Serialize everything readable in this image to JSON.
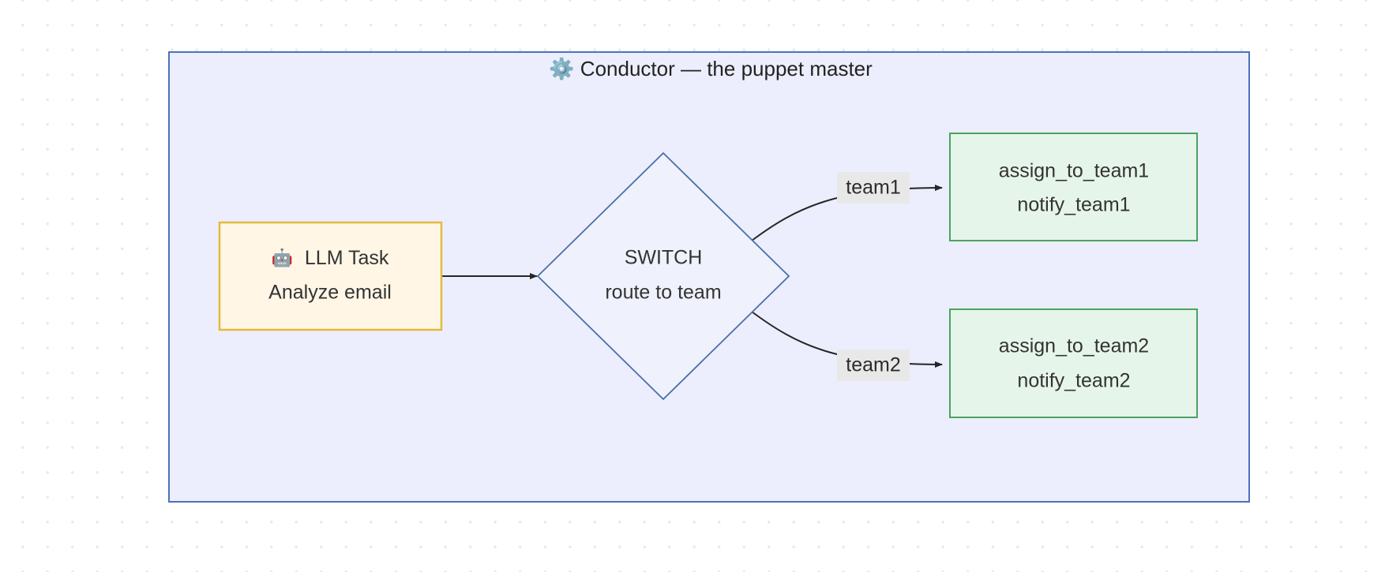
{
  "canvas": {
    "background_color": "#ffffff",
    "dot_color": "#e8e8e8"
  },
  "subgraph": {
    "title": "⚙️ Conductor — the puppet master",
    "title_icon": "gear-icon",
    "fill_color": "#eceefd",
    "border_color": "#4a72ba"
  },
  "nodes": {
    "llm_task": {
      "icon": "🤖",
      "icon_name": "robot-icon",
      "line1": "LLM Task",
      "line2": "Analyze email",
      "fill_color": "#fff6e6",
      "border_color": "#e5b93c"
    },
    "switch": {
      "line1": "SWITCH",
      "line2": "route to team",
      "fill_color": "#eff1fd",
      "border_color": "#4a6fa8"
    },
    "team1": {
      "line1": "assign_to_team1",
      "line2": "notify_team1",
      "fill_color": "#e6f5e9",
      "border_color": "#4aa35f"
    },
    "team2": {
      "line1": "assign_to_team2",
      "line2": "notify_team2",
      "fill_color": "#e6f5e9",
      "border_color": "#4aa35f"
    }
  },
  "edges": {
    "llm_to_switch": {
      "label": ""
    },
    "switch_to_team1": {
      "label": "team1"
    },
    "switch_to_team2": {
      "label": "team2"
    }
  }
}
